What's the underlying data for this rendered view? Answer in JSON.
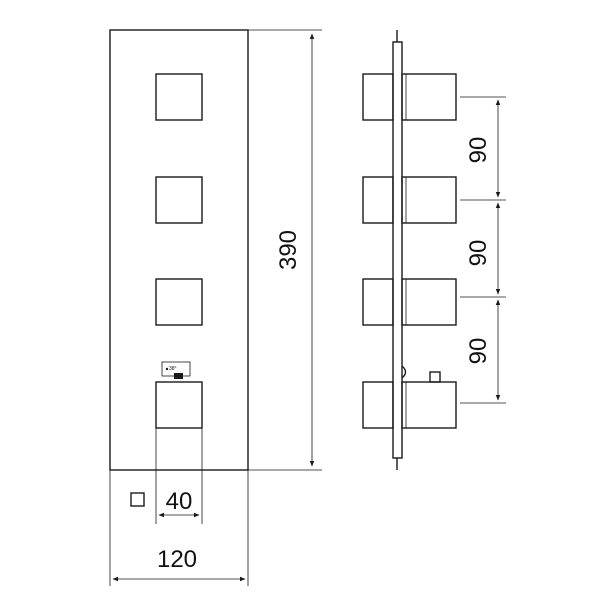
{
  "dimensions": {
    "total_height": "390",
    "spacing_1": "90",
    "spacing_2": "90",
    "spacing_3": "90",
    "handle_width": "40",
    "total_width": "120"
  },
  "symbols": {
    "square_symbol": "□",
    "thermostat_label": "38°"
  },
  "colors": {
    "line": "#1a1a1a",
    "background": "#ffffff"
  }
}
